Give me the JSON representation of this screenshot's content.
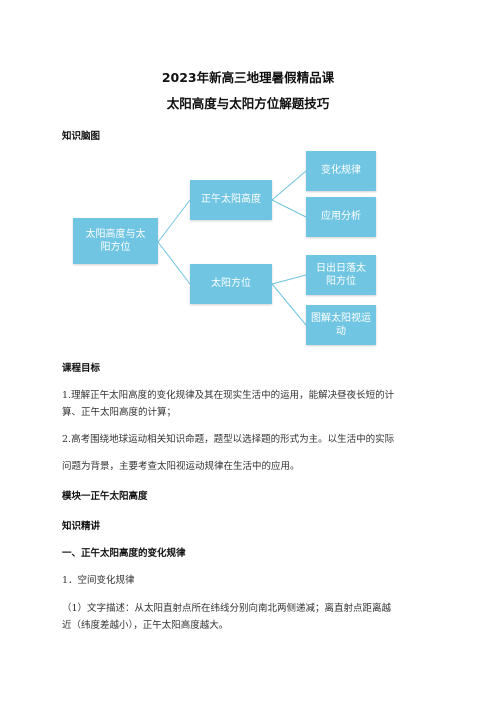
{
  "doc": {
    "title": "2023年新高三地理暑假精品课",
    "subtitle": "太阳高度与太阳方位解题技巧"
  },
  "mindmap": {
    "heading": "知识脑图",
    "root": "太阳高度与太阳方位",
    "branch1": {
      "label": "正午太阳高度",
      "children": [
        "变化规律",
        "应用分析"
      ]
    },
    "branch2": {
      "label": "太阳方位",
      "children": [
        "日出日落太阳方位",
        "图解太阳视运动"
      ]
    },
    "line_color": "#6fc5e2"
  },
  "goals": {
    "heading": "课程目标",
    "item1_line1": "1.理解正午太阳高度的变化规律及其在现实生活中的运用，能解决昼夜长短的计",
    "item1_line2": "算、正午太阳高度的计算；",
    "item2_line1": "2.高考围绕地球运动相关知识命题，题型以选择题的形式为主。以生活中的实际",
    "item2_line2": "问题为背景，主要考查太阳视运动规律在生活中的应用。"
  },
  "module": {
    "heading": "模块一正午太阳高度",
    "sub_heading": "知识精讲",
    "section_heading": "一、正午太阳高度的变化规律",
    "point1": "1．空间变化规律",
    "point1_1_line1": "（1）文字描述：从太阳直射点所在纬线分别向南北两侧递减；离直射点距离越",
    "point1_1_line2": "近（纬度差越小），正午太阳高度越大。"
  }
}
